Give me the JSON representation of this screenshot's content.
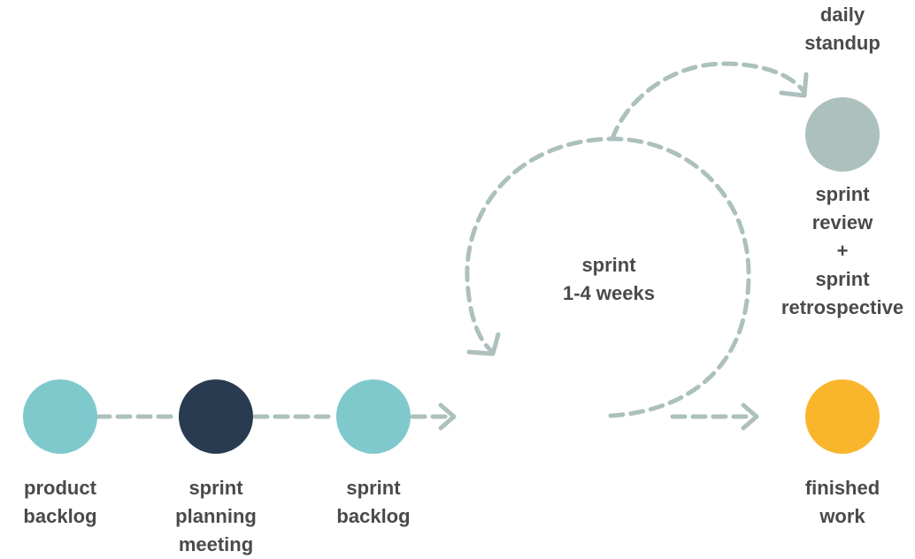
{
  "colors": {
    "teal": "#7fc9cd",
    "navy": "#283b50",
    "grey_node": "#acc0bd",
    "yellow": "#f9b62c",
    "connector": "#acc0bd",
    "text": "#4a4a4a"
  },
  "nodes": {
    "product_backlog": {
      "lines": [
        "product",
        "backlog"
      ]
    },
    "sprint_planning": {
      "lines": [
        "sprint",
        "planning",
        "meeting"
      ]
    },
    "sprint_backlog": {
      "lines": [
        "sprint",
        "backlog"
      ]
    },
    "sprint_review": {
      "lines": [
        "sprint",
        "review",
        "+",
        "sprint",
        "retrospective"
      ]
    },
    "finished_work": {
      "lines": [
        "finished",
        "work"
      ]
    }
  },
  "daily_standup": {
    "lines": [
      "daily",
      "standup"
    ]
  },
  "sprint_cycle": {
    "lines": [
      "sprint",
      "1-4 weeks"
    ]
  }
}
